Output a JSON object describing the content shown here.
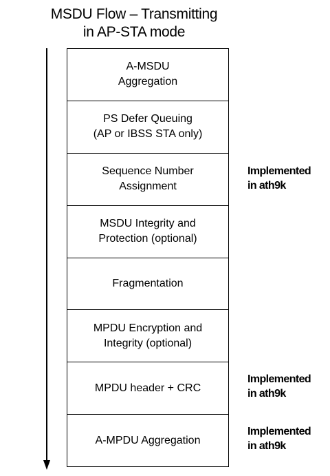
{
  "title": {
    "line1": "MSDU Flow – Transmitting",
    "line2": "in AP-STA mode"
  },
  "steps": [
    {
      "label": "A-MSDU\nAggregation"
    },
    {
      "label": "PS Defer Queuing\n(AP or IBSS STA only)"
    },
    {
      "label": "Sequence Number\nAssignment"
    },
    {
      "label": "MSDU Integrity and\nProtection (optional)"
    },
    {
      "label": "Fragmentation"
    },
    {
      "label": "MPDU Encryption and\nIntegrity (optional)"
    },
    {
      "label": "MPDU header + CRC"
    },
    {
      "label": "A-MPDU Aggregation"
    }
  ],
  "notes": [
    {
      "text": "Implemented\nin ath9k"
    },
    {
      "text": "Implemented\nin ath9k"
    },
    {
      "text": "Implemented\nin ath9k"
    }
  ]
}
